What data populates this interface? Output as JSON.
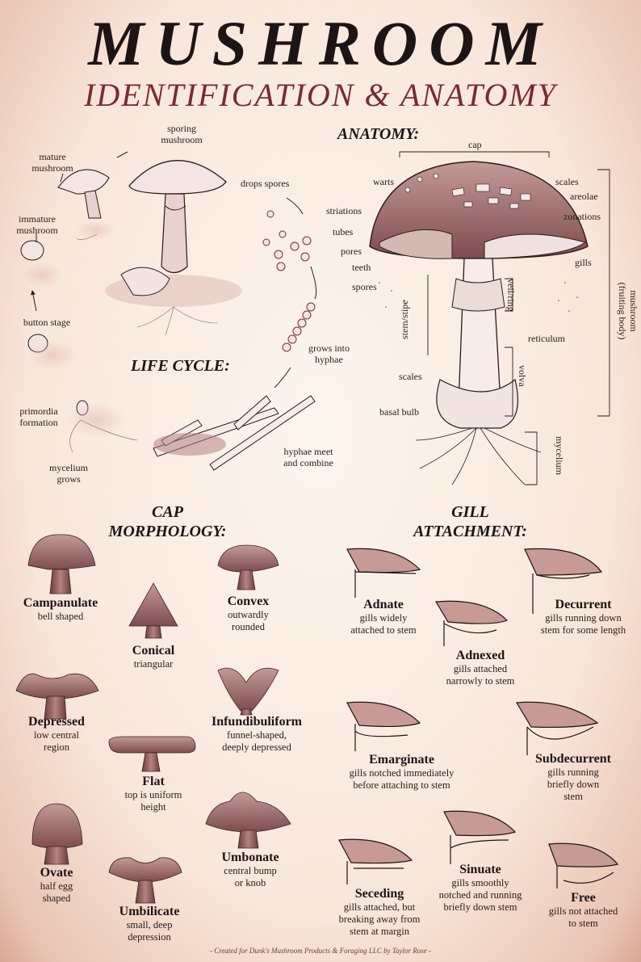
{
  "header": {
    "title": "MUSHROOM",
    "subtitle": "IDENTIFICATION & ANATOMY"
  },
  "life_cycle": {
    "heading": "LIFE CYCLE:",
    "stages": {
      "sporing_mushroom": "sporing\nmushroom",
      "mature_mushroom": "mature\nmushroom",
      "immature_mushroom": "immature\nmushroom",
      "button_stage": "button stage",
      "primordia_formation": "primordia\nformation",
      "mycelium_grows": "mycelium\ngrows",
      "drops_spores": "drops spores",
      "grows_into_hyphae": "grows into\nhyphae",
      "hyphae_meet": "hyphae meet\nand combine"
    }
  },
  "anatomy": {
    "heading": "ANATOMY:",
    "labels": {
      "cap": "cap",
      "warts": "warts",
      "striations": "striations",
      "tubes": "tubes",
      "pores": "pores",
      "teeth": "teeth",
      "spores": "spores",
      "stem": "stem/stipe",
      "scales_stem": "scales",
      "basal_bulb": "basal bulb",
      "scales_cap": "scales",
      "areolae": "areolae",
      "zonations": "zonations",
      "gills": "gills",
      "veil_ring": "veil/ring",
      "reticulum": "reticulum",
      "volva": "volva",
      "mycelium": "mycelium",
      "fruiting_body": "mushroom\n(fruiting body)"
    }
  },
  "cap_morphology": {
    "heading_line1": "CAP",
    "heading_line2": "MORPHOLOGY:",
    "items": [
      {
        "name": "Campanulate",
        "desc": "bell shaped"
      },
      {
        "name": "Conical",
        "desc": "triangular"
      },
      {
        "name": "Convex",
        "desc": "outwardly\nrounded"
      },
      {
        "name": "Depressed",
        "desc": "low central\nregion"
      },
      {
        "name": "Infundibuliform",
        "desc": "funnel-shaped,\ndeeply depressed"
      },
      {
        "name": "Flat",
        "desc": "top is uniform\nheight"
      },
      {
        "name": "Ovate",
        "desc": "half egg\nshaped"
      },
      {
        "name": "Umbilicate",
        "desc": "small, deep\ndepression"
      },
      {
        "name": "Umbonate",
        "desc": "central bump\nor knob"
      }
    ]
  },
  "gill_attachment": {
    "heading_line1": "GILL",
    "heading_line2": "ATTACHMENT:",
    "items": [
      {
        "name": "Adnate",
        "desc": "gills widely\nattached to stem"
      },
      {
        "name": "Adnexed",
        "desc": "gills attached\nnarrowly to stem"
      },
      {
        "name": "Decurrent",
        "desc": "gills running down\nstem for some length"
      },
      {
        "name": "Emarginate",
        "desc": "gills notched immediately\nbefore attaching to stem"
      },
      {
        "name": "Subdecurrent",
        "desc": "gills running\nbriefly down\nstem"
      },
      {
        "name": "Seceding",
        "desc": "gills attached, but\nbreaking away from\nstem at margin"
      },
      {
        "name": "Sinuate",
        "desc": "gills smoothly\nnotched and running\nbriefly down stem"
      },
      {
        "name": "Free",
        "desc": "gills not attached\nto stem"
      }
    ]
  },
  "footer": {
    "credit": "- Created for Dunk's Mushroom Products & Foraging LLC by Taylor Rose -"
  },
  "colors": {
    "accent": "#7a2a2f",
    "cap_fill": "#9a6a6a",
    "ink": "#1d1414"
  }
}
